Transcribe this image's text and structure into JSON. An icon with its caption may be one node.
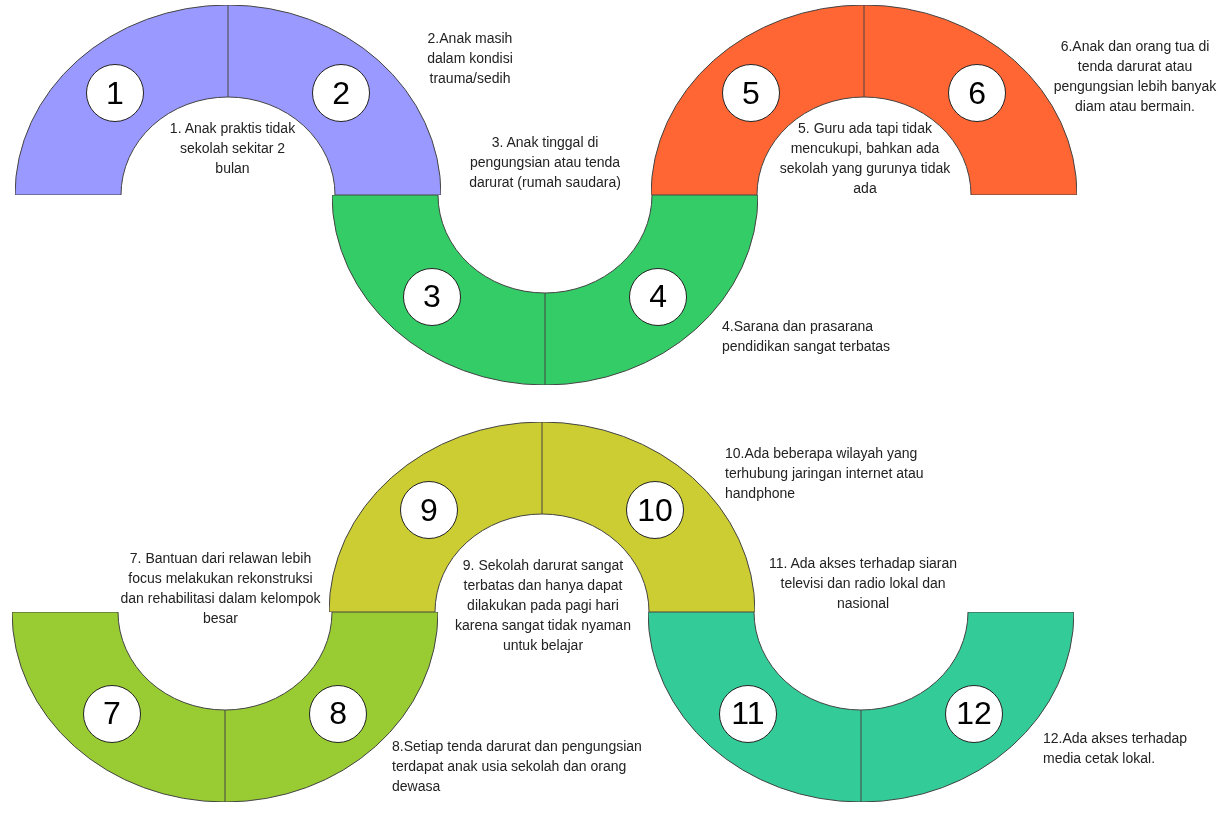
{
  "diagram": {
    "nodes": [
      {
        "text": [
          "1"
        ],
        "beside": [
          "1. Anak praktis tidak sekolah sekitar 2 bulan"
        ]
      },
      {
        "text": [
          "2"
        ],
        "beside": [
          "2.Anak masih dalam kondisi trauma/sedih"
        ]
      },
      {
        "text": [
          "3"
        ],
        "beside": [
          "3. Anak tinggal di pengungsian atau tenda darurat (rumah saudara)"
        ]
      },
      {
        "text": [
          "4"
        ],
        "beside": [
          "4.Sarana dan prasarana pendidikan sangat terbatas"
        ]
      },
      {
        "text": [
          "5"
        ],
        "beside": [
          "5. Guru ada tapi tidak mencukupi, bahkan ada sekolah yang gurunya tidak ada"
        ]
      },
      {
        "text": [
          "6"
        ],
        "beside": [
          "6.Anak dan orang tua di tenda darurat atau pengungsian lebih banyak diam atau bermain."
        ]
      },
      {
        "text": [
          "7"
        ],
        "beside": [
          "7. Bantuan dari relawan lebih focus melakukan rekonstruksi dan rehabilitasi dalam kelompok besar"
        ]
      },
      {
        "text": [
          "8"
        ],
        "beside": [
          "8.Setiap tenda darurat dan pengungsian terdapat anak usia sekolah dan orang dewasa"
        ]
      },
      {
        "text": [
          "9"
        ],
        "beside": [
          "9. Sekolah darurat sangat terbatas dan hanya dapat dilakukan pada pagi hari karena sangat tidak nyaman untuk belajar"
        ]
      },
      {
        "text": [
          "10"
        ],
        "beside": [
          "10.Ada beberapa wilayah yang terhubung jaringan internet atau handphone"
        ]
      },
      {
        "text": [
          "11"
        ],
        "beside": [
          "11. Ada akses terhadap siaran televisi dan radio lokal dan nasional"
        ]
      },
      {
        "text": [
          "12"
        ],
        "beside": [
          "12.Ada akses terhadap media cetak lokal."
        ]
      }
    ],
    "edges": []
  }
}
